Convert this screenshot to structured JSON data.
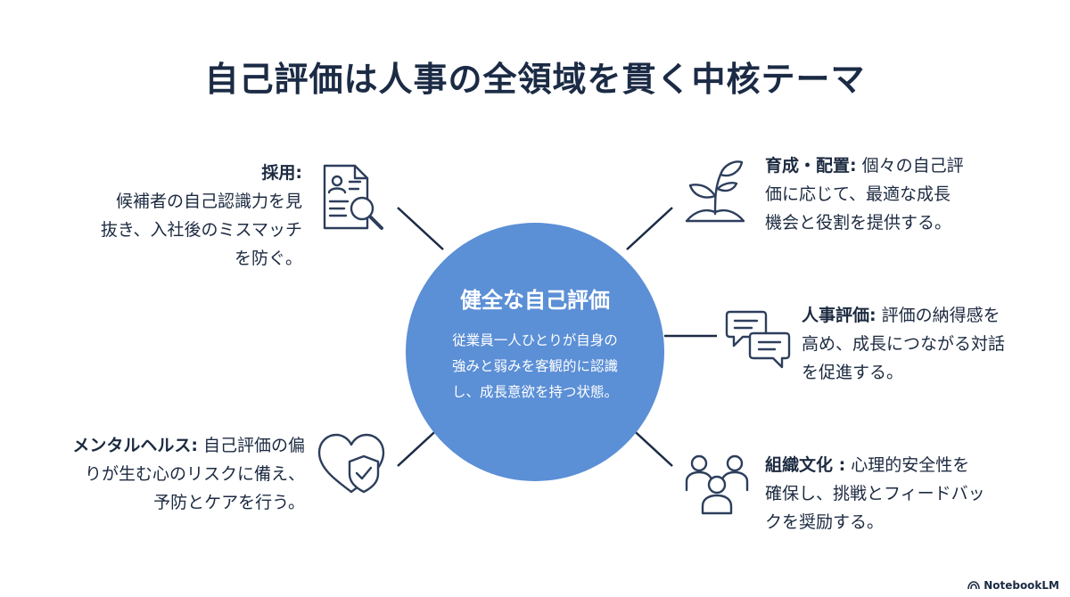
{
  "title": "自己評価は人事の全領域を貫く中核テーマ",
  "hub": {
    "title": "健全な自己評価",
    "lines": [
      "従業員一人ひとりが自身の",
      "強みと弱みを客観的に認識",
      "し、成長意欲を持つ状態。"
    ]
  },
  "items": {
    "recruit": {
      "label": "採用:",
      "lines": [
        "候補者の自己認識力を見",
        "抜き、入社後のミスマッチ",
        "を防ぐ。"
      ]
    },
    "development": {
      "label": "育成・配置:",
      "first": " 個々の自己評",
      "lines": [
        "価に応じて、最適な成長",
        "機会と役割を提供する。"
      ]
    },
    "evaluation": {
      "label": "人事評価:",
      "first": " 評価の納得感を",
      "lines": [
        "高め、成長につながる対話",
        "を促進する。"
      ]
    },
    "mental": {
      "label": "メンタルヘルス:",
      "first": " 自己評価の偏",
      "lines": [
        "りが生む心のリスクに備え、",
        "予防とケアを行う。"
      ]
    },
    "culture": {
      "label": "組織文化 :",
      "first": " 心理的安全性を",
      "lines": [
        "確保し、挑戦とフィードバッ",
        "クを奨励する。"
      ]
    }
  },
  "icons": {
    "recruit": "document-search-icon",
    "development": "sprout-icon",
    "evaluation": "chat-bubbles-icon",
    "mental": "heart-shield-icon",
    "culture": "people-group-icon"
  },
  "colors": {
    "hub": "#5b8fd6",
    "text": "#1c2a40",
    "line": "#1b2b45",
    "icon": "#2d3e5c"
  },
  "footer": "NotebookLM"
}
